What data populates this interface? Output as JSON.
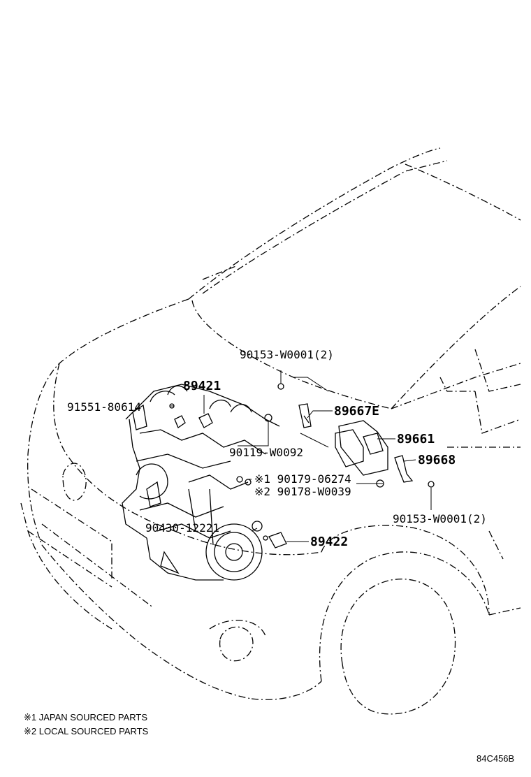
{
  "callouts": [
    {
      "id": "c1",
      "text": "90153-W0001(2)"
    },
    {
      "id": "c2",
      "text": "89421"
    },
    {
      "id": "c3",
      "text": "91551-80614"
    },
    {
      "id": "c4",
      "text": "89667E"
    },
    {
      "id": "c5",
      "text": "90119-W0092"
    },
    {
      "id": "c6",
      "text": "89661"
    },
    {
      "id": "c7",
      "text": "89668"
    },
    {
      "id": "c8",
      "text": "※1 90179-06274"
    },
    {
      "id": "c9",
      "text": "※2 90178-W0039"
    },
    {
      "id": "c10",
      "text": "90153-W0001(2)"
    },
    {
      "id": "c11",
      "text": "90430-12221"
    },
    {
      "id": "c12",
      "text": "89422"
    }
  ],
  "notes": [
    "※1 JAPAN SOURCED PARTS",
    "※2 LOCAL SOURCED PARTS"
  ],
  "diagram_code": "84C456B"
}
